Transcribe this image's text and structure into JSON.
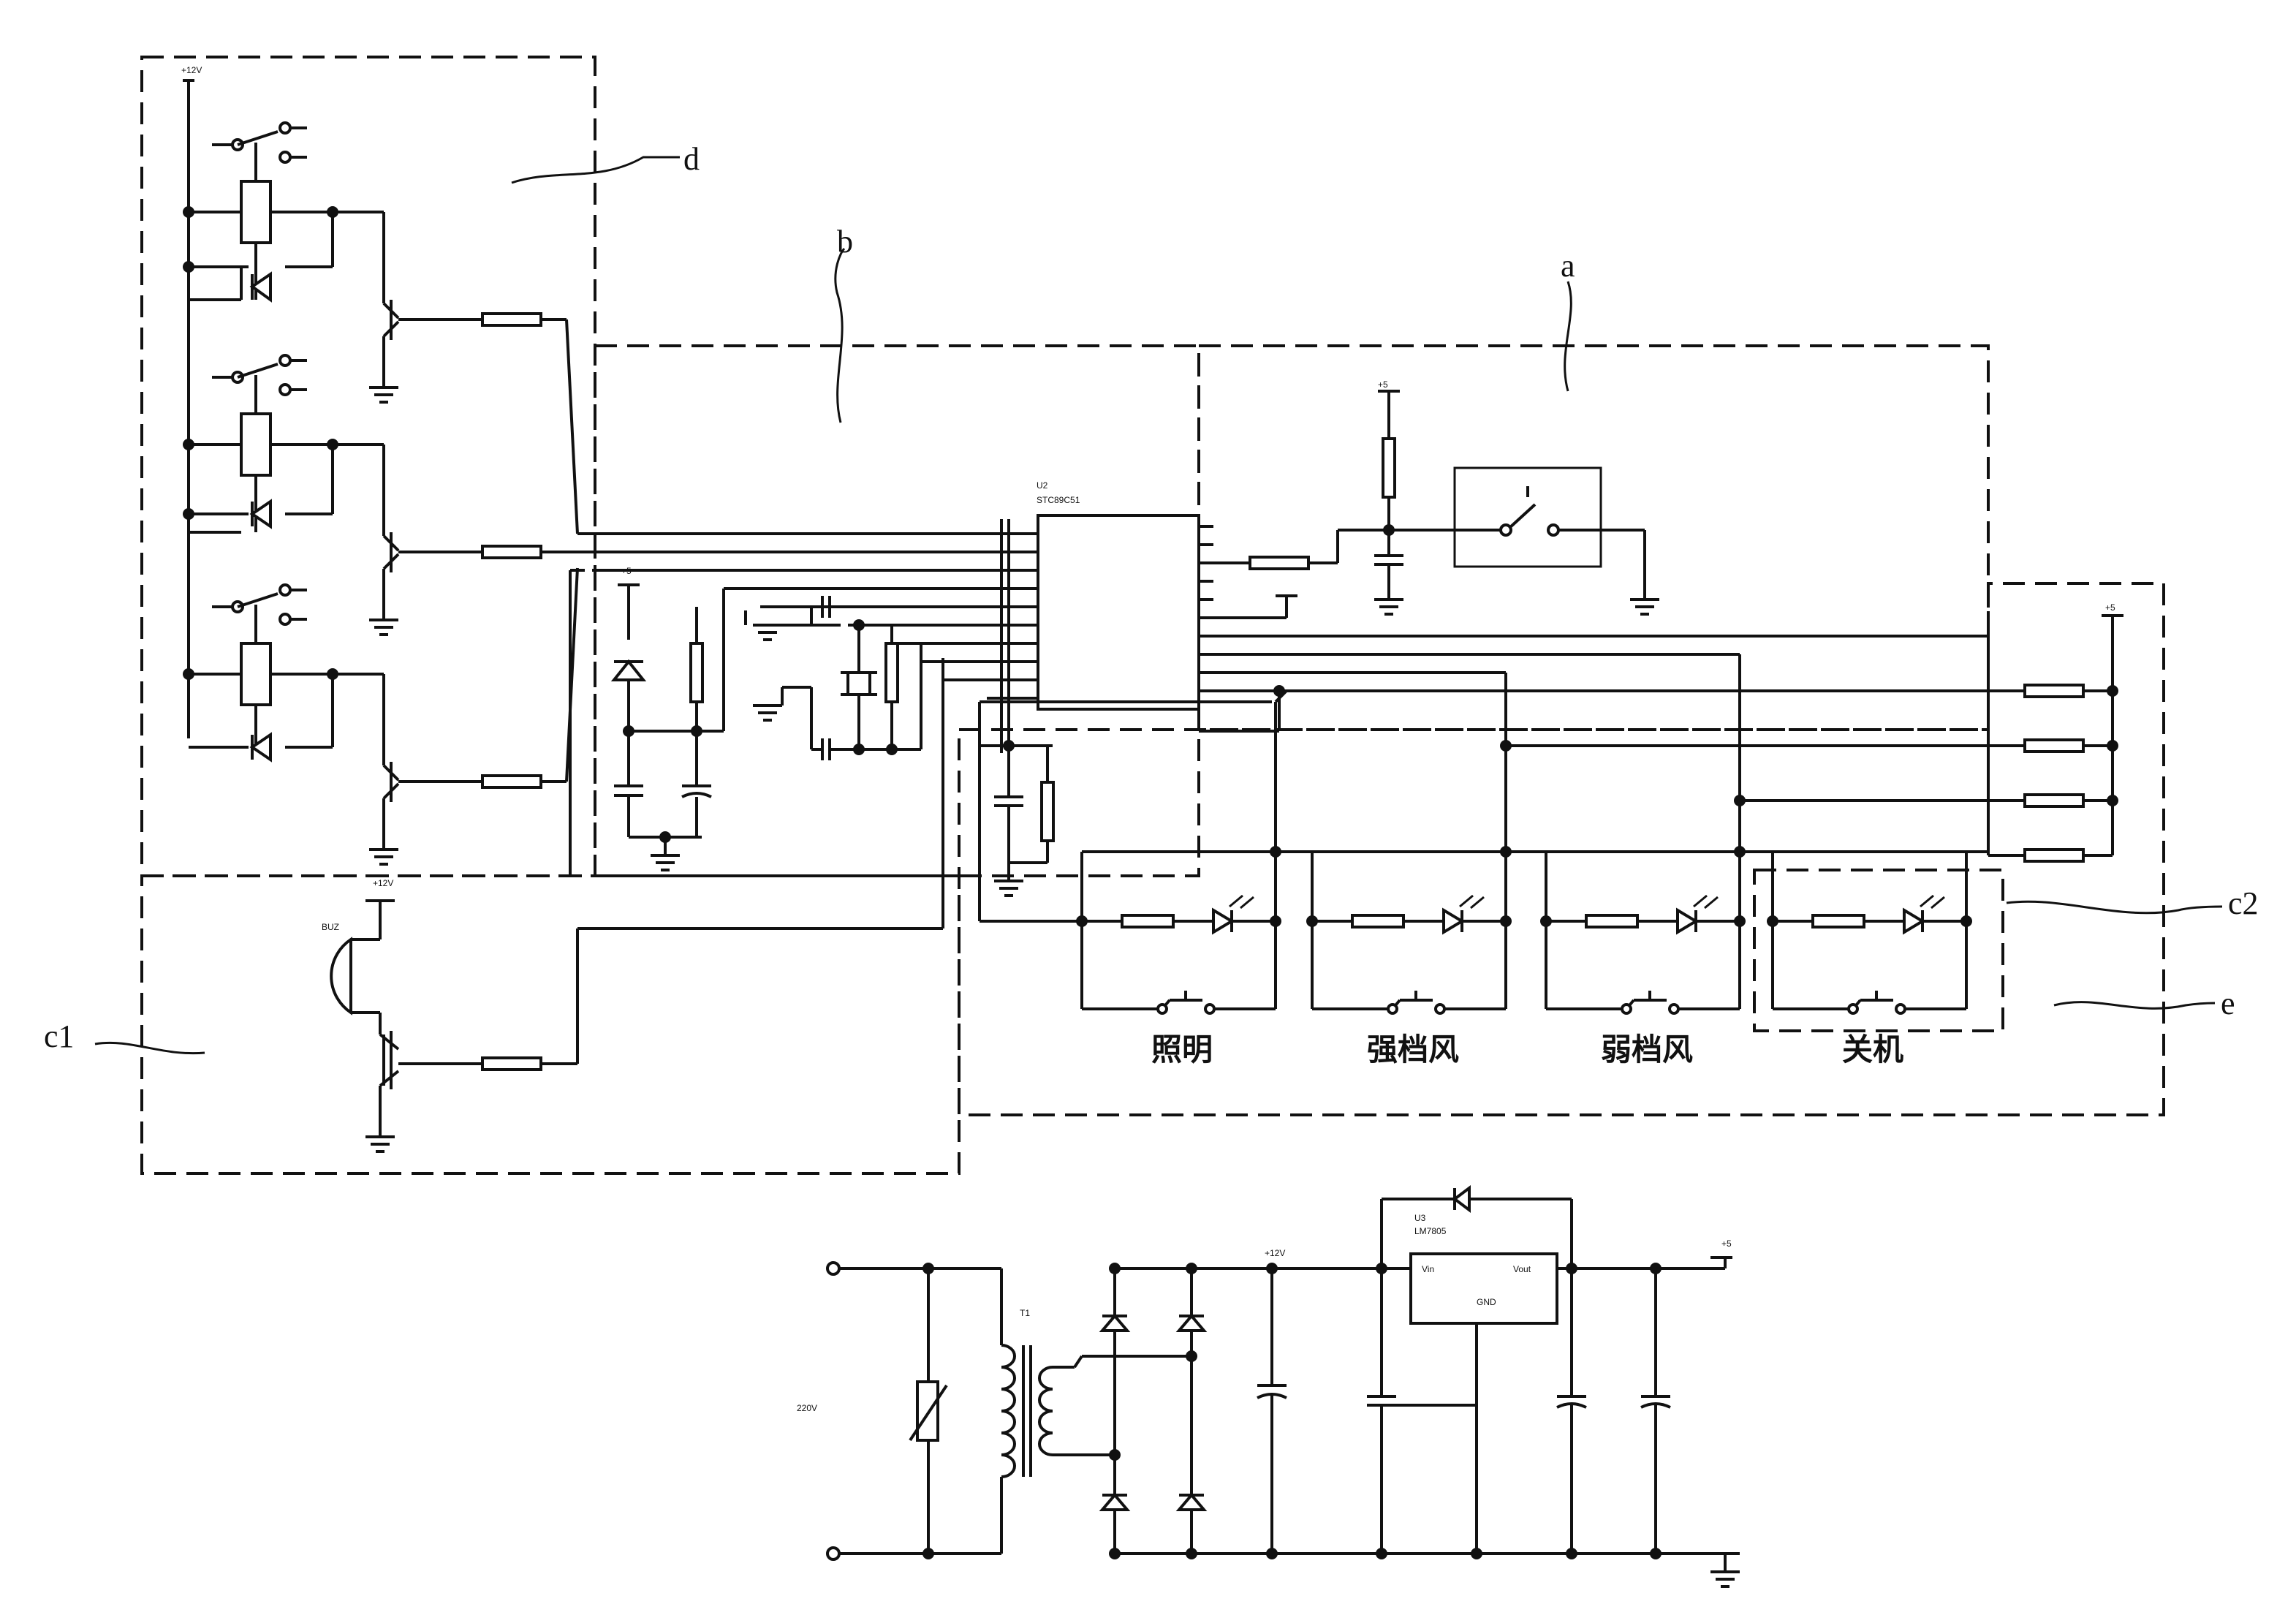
{
  "labels": {
    "a": "a",
    "b": "b",
    "c1": "c1",
    "c2": "c2",
    "d": "d",
    "e": "e"
  },
  "buttons": [
    {
      "label": "照明"
    },
    {
      "label": "强档风"
    },
    {
      "label": "弱档风"
    },
    {
      "label": "关机"
    }
  ],
  "tiny_text": {
    "chip": "U2",
    "reg": "LM7805",
    "vin": "Vin",
    "vout": "Vout",
    "gnd": "GND",
    "sup": "+5",
    "ac": "220V",
    "t1": "T1",
    "buzzer": "BUZ"
  }
}
